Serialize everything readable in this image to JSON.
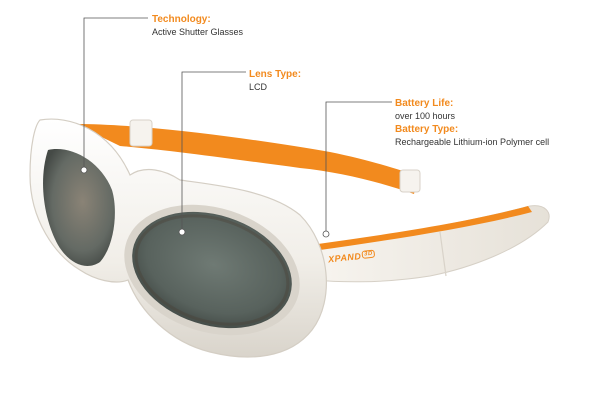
{
  "callouts": {
    "technology": {
      "label": "Technology:",
      "value": "Active Shutter Glasses"
    },
    "lens_type": {
      "label": "Lens Type:",
      "value": "LCD"
    },
    "battery_life": {
      "label": "Battery Life:",
      "value": "over 100 hours"
    },
    "battery_type": {
      "label": "Battery Type:",
      "value": "Rechargeable Lithium-ion Polymer cell"
    }
  },
  "brand": {
    "name": "XPAND",
    "badge": "3D"
  },
  "colors": {
    "accent_orange": "#f28a1e",
    "frame_white": "#f4f1ec",
    "lens_tint": "#5f6a64",
    "text_dark": "#333333"
  }
}
